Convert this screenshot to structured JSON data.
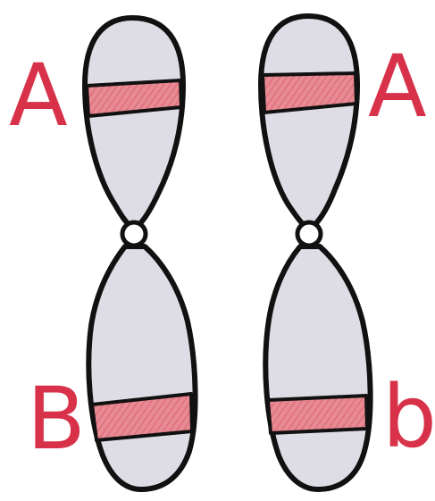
{
  "colors": {
    "chromosome_fill": "#dedde6",
    "chromosome_outline": "#111111",
    "band_fill": "#e88a94",
    "band_hatch": "#d9646f",
    "label_color": "#d8324a"
  },
  "chromosomes": [
    {
      "upper_allele": "A",
      "lower_allele": "B"
    },
    {
      "upper_allele": "A",
      "lower_allele": "b"
    }
  ]
}
